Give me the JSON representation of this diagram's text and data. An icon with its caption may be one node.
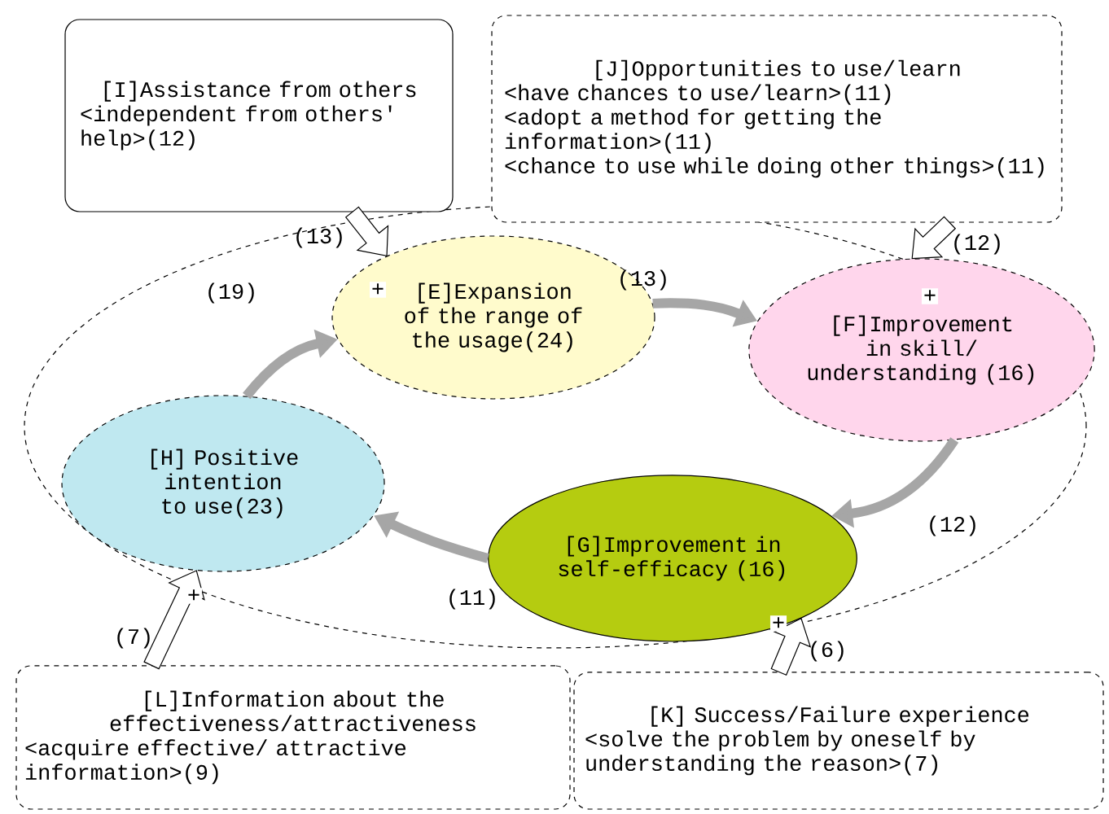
{
  "diagram": {
    "nodes": [
      {
        "text": [
          "[E]Expansion of the range of the usage(24)"
        ]
      },
      {
        "text": [
          "[F]Improvement in skill/ understanding (16)"
        ]
      },
      {
        "text": [
          "[G]Improvement in self-efficacy (16)"
        ]
      },
      {
        "text": [
          "[H] Positive intention to use(23)"
        ]
      },
      {
        "text": [
          "[I]Assistance from others",
          "<independent from others' help>(12)"
        ]
      },
      {
        "text": [
          "[J]Opportunities to use/learn",
          "<have chances to use/learn>(11)",
          "<adopt a method for getting the information>(11)",
          "<chance to use while doing other things>(11)"
        ]
      },
      {
        "text": [
          "[L]Information about the effectiveness/attractiveness",
          "<acquire effective/ attractive information>(9)"
        ]
      },
      {
        "text": [
          "[K] Success/Failure experience",
          "<solve the problem by oneself by understanding the reason>(7)"
        ]
      }
    ],
    "edges": [
      {
        "from": 0,
        "to": 1,
        "arrow": "to",
        "label": "(13)",
        "color": "#a6a6a6"
      },
      {
        "from": 1,
        "to": 2,
        "arrow": "to",
        "label": "(12)",
        "color": "#a6a6a6"
      },
      {
        "from": 2,
        "to": 3,
        "arrow": "to",
        "label": "(11)",
        "color": "#a6a6a6"
      },
      {
        "from": 3,
        "to": 0,
        "arrow": "to",
        "label": "(19)",
        "color": "#a6a6a6"
      },
      {
        "from": 4,
        "to": 0,
        "arrow": "to",
        "label": "(13)",
        "color": "#000000"
      },
      {
        "from": 5,
        "to": 1,
        "arrow": "to",
        "label": "(12)",
        "color": "#000000"
      },
      {
        "from": 6,
        "to": 3,
        "arrow": "to",
        "label": "(7)",
        "color": "#000000"
      },
      {
        "from": 7,
        "to": 2,
        "arrow": "to",
        "label": "(6)",
        "color": "#000000"
      }
    ],
    "labels": [
      "+",
      "+",
      "+",
      "+"
    ]
  }
}
